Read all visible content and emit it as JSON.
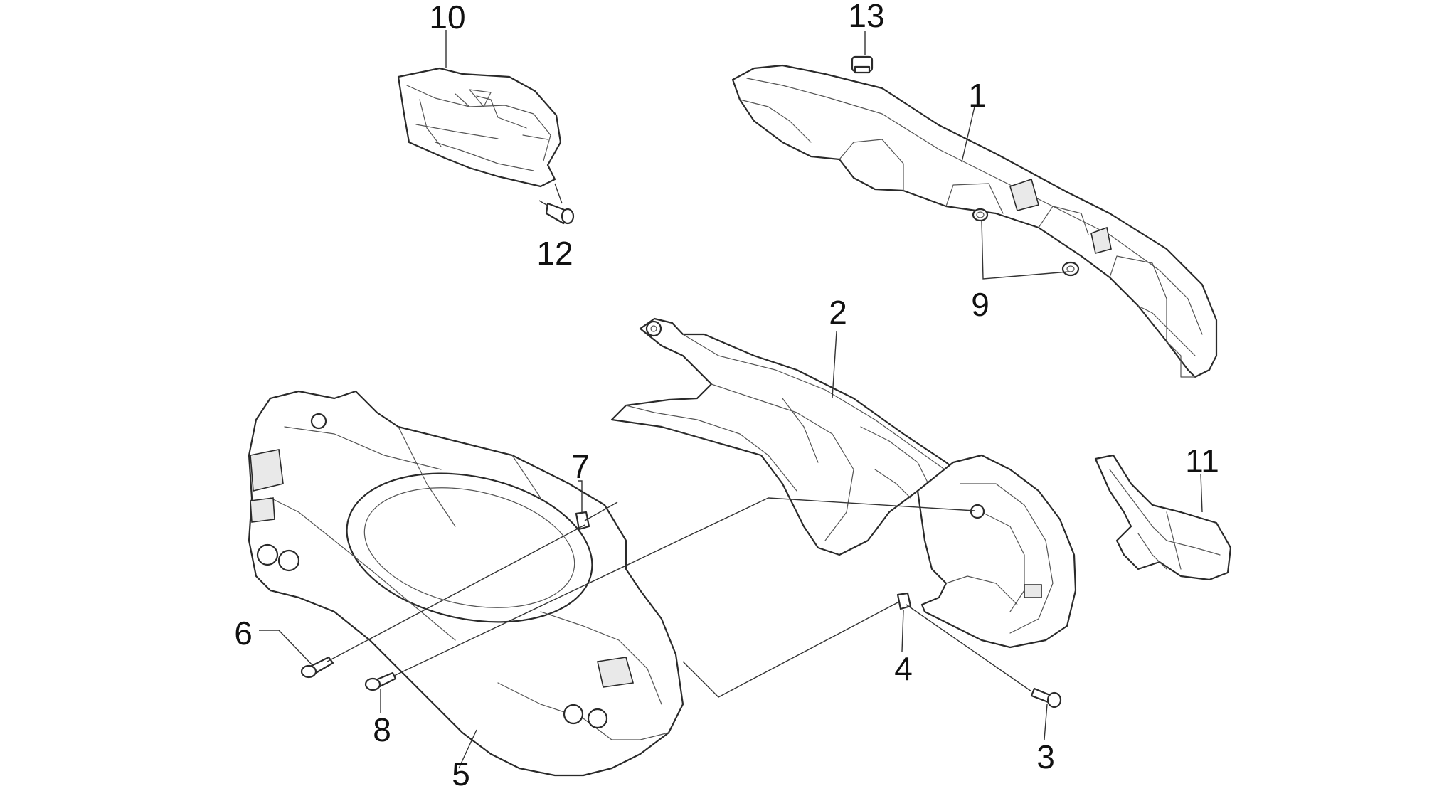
{
  "diagram": {
    "callouts": [
      {
        "id": "1",
        "text": "1"
      },
      {
        "id": "2",
        "text": "2"
      },
      {
        "id": "3",
        "text": "3"
      },
      {
        "id": "4",
        "text": "4"
      },
      {
        "id": "5",
        "text": "5"
      },
      {
        "id": "6",
        "text": "6"
      },
      {
        "id": "7",
        "text": "7"
      },
      {
        "id": "8",
        "text": "8"
      },
      {
        "id": "9",
        "text": "9"
      },
      {
        "id": "10",
        "text": "10"
      },
      {
        "id": "11",
        "text": "11"
      },
      {
        "id": "12",
        "text": "12"
      },
      {
        "id": "13",
        "text": "13"
      }
    ]
  },
  "colors": {
    "line": "#2a2a2a",
    "background": "#ffffff"
  }
}
